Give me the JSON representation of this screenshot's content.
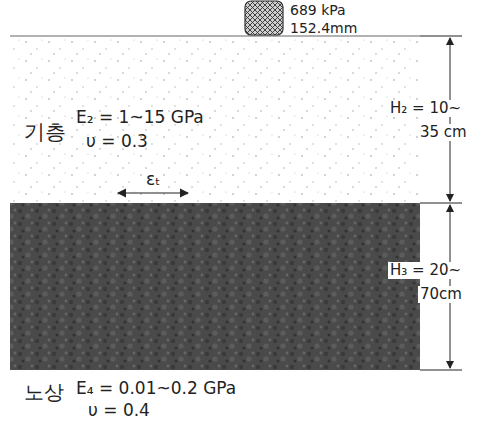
{
  "diagram": {
    "nodes": [
      {
        "text": [
          "기층",
          "E₂ = 1~15 GPa",
          "υ = 0.3"
        ]
      },
      {
        "text": [
          "노상",
          "E₄ = 0.01~0.2 GPa",
          "υ = 0.4"
        ]
      }
    ],
    "labels": [
      "689 kPa",
      "152.4mm",
      "εₜ",
      "H₂ = 10~",
      "35 cm",
      "H₃ = 20~",
      "70cm"
    ]
  }
}
